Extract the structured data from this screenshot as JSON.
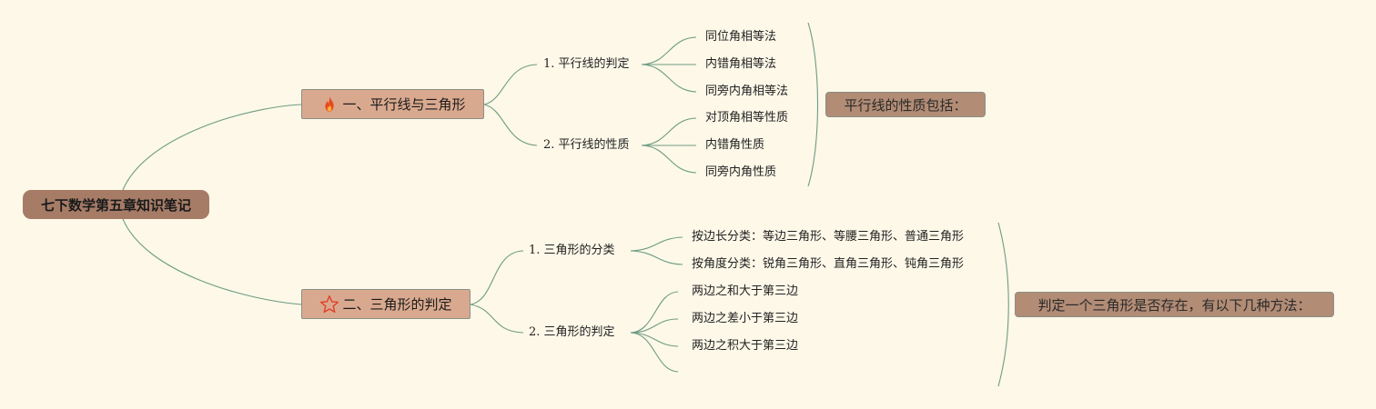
{
  "root": {
    "label": "七下数学第五章知识笔记"
  },
  "branches": [
    {
      "label": "一、平行线与三角形",
      "icon": "fire-icon",
      "subs": [
        {
          "label": "1. 平行线的判定",
          "leaves": [
            "同位角相等法",
            "内错角相等法",
            "同旁内角相等法"
          ]
        },
        {
          "label": "2. 平行线的性质",
          "leaves": [
            "对顶角相等性质",
            "内错角性质",
            "同旁内角性质"
          ]
        }
      ],
      "summary": "平行线的性质包括："
    },
    {
      "label": "二、三角形的判定",
      "icon": "star-icon",
      "subs": [
        {
          "label": "1. 三角形的分类",
          "leaves": [
            "按边长分类：等边三角形、等腰三角形、普通三角形",
            "按角度分类：锐角三角形、直角三角形、钝角三角形"
          ]
        },
        {
          "label": "2. 三角形的判定",
          "leaves": [
            "两边之和大于第三边",
            "两边之差小于第三边",
            "两边之积大于第三边",
            ""
          ]
        }
      ],
      "summary": "判定一个三角形是否存在，有以下几种方法："
    }
  ],
  "colors": {
    "background": "#fdf8e8",
    "root_fill": "#a67c67",
    "branch_fill": "#d9a98f",
    "summary_fill": "#b28c75",
    "connector": "#6e9c84",
    "fire": "#e8481c",
    "star": "#e0442a"
  }
}
